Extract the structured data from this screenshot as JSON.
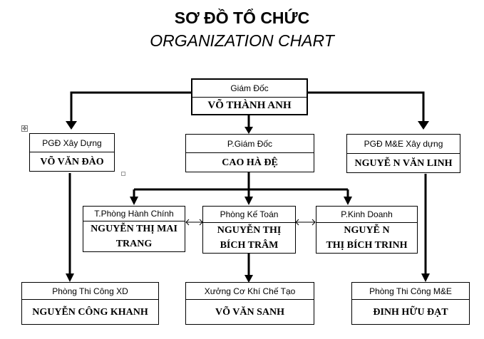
{
  "title": "SƠ ĐỒ TỔ CHỨC",
  "subtitle": "ORGANIZATION CHART",
  "boxes": {
    "director": {
      "role": "Giám Đốc",
      "name": "VÕ THÀNH ANH"
    },
    "vice_construction": {
      "role": "PGĐ Xây Dựng",
      "name": "VÕ VĂN ĐÀO"
    },
    "vice_director": {
      "role": "P.Giám Đốc",
      "name": "CAO HÀ ĐỆ"
    },
    "vice_me": {
      "role": "PGĐ M&E Xây dựng",
      "name": "NGUYỄ N VĂN LINH"
    },
    "admin": {
      "role": "T.Phòng Hành Chính",
      "name": "NGUYỄN THỊ MAI\nTRANG"
    },
    "accounting": {
      "role": "Phòng Kế Toán",
      "name": "NGUYỄN THỊ\nBÍCH TRÂM"
    },
    "sales": {
      "role": "P.Kinh Doanh",
      "name": "NGUYỄ N\nTHỊ  BÍCH TRINH"
    },
    "construction_xd": {
      "role": "Phòng Thi Công XD",
      "name": "NGUYỄN CÔNG KHANH"
    },
    "workshop": {
      "role": "Xưởng Cơ Khí Chế Tạo",
      "name": "VÕ VĂN SANH"
    },
    "construction_me": {
      "role": "Phòng Thi Công M&E",
      "name": "ĐINH HỮU ĐẠT"
    }
  },
  "colors": {
    "line": "#000000",
    "background": "#ffffff"
  },
  "icons": [
    "move-handle-icon"
  ]
}
